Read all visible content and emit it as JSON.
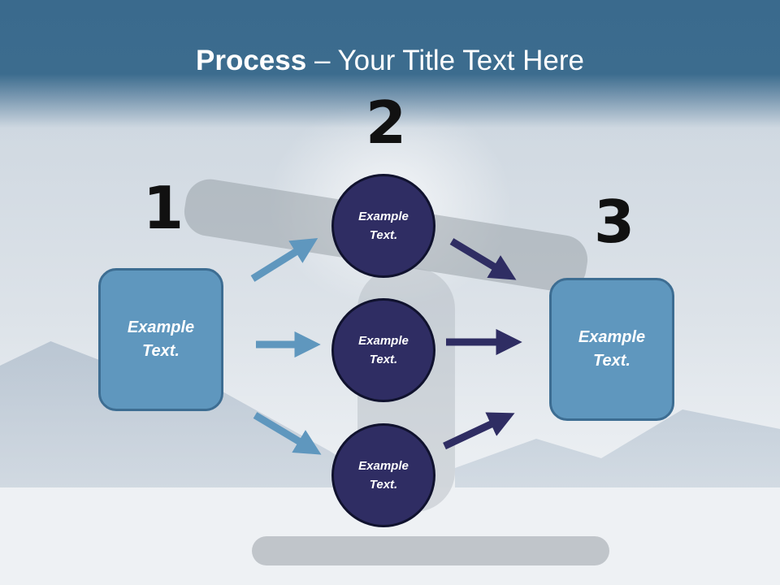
{
  "slide": {
    "title_bold": "Process",
    "title_rest": " – Your Title Text Here"
  },
  "steps": {
    "one": "1",
    "two": "2",
    "three": "3"
  },
  "shapes": {
    "left_box": "Example Text.",
    "right_box": "Example Text.",
    "circle_top": "Example Text.",
    "circle_middle": "Example Text.",
    "circle_bottom": "Example Text."
  },
  "colors": {
    "banner": "#3c6c8e",
    "box_fill": "#5f97be",
    "circle_fill": "#2f2d63",
    "arrow_light": "#5f97be",
    "arrow_dark": "#2f2d63"
  }
}
